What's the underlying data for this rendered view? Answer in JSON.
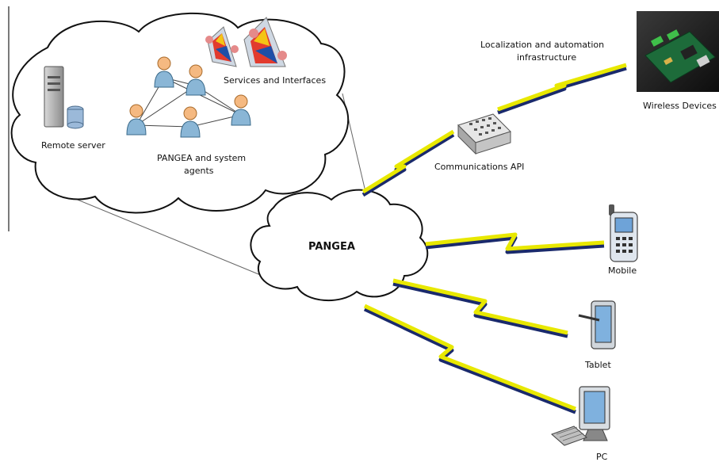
{
  "labels": {
    "remote_server": "Remote server",
    "agents_line1": "PANGEA and system",
    "agents_line2": "agents",
    "services": "Services and Interfaces",
    "pangea": "PANGEA",
    "comm_api": "Communications API",
    "infra_line1": "Localization and automation",
    "infra_line2": "infrastructure",
    "wireless": "Wireless Devices",
    "mobile": "Mobile",
    "tablet": "Tablet",
    "pc": "PC"
  },
  "colors": {
    "bolt": "#e8e800",
    "bolt_shadow": "#1a2a6c",
    "cloud_stroke": "#111111",
    "agent_body": "#8ab6d6",
    "agent_head": "#f5b981"
  },
  "icons": [
    "server-icon",
    "agent-icon",
    "services-icon",
    "switch-icon",
    "board-icon",
    "mobile-icon",
    "tablet-icon",
    "pc-icon"
  ]
}
